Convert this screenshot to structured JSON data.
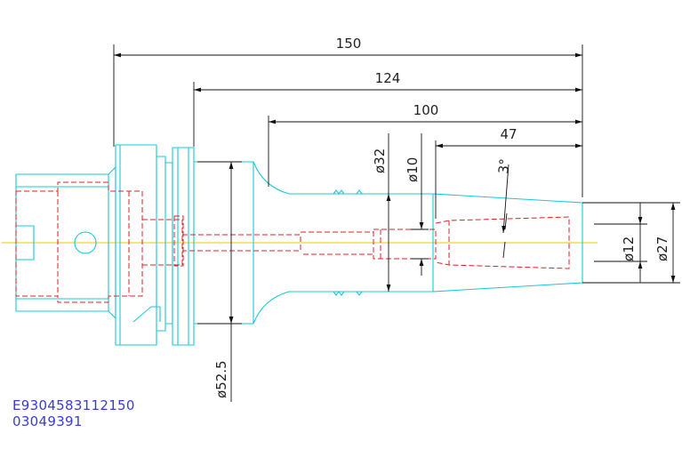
{
  "drawing": {
    "dimensions": {
      "overall_length": "150",
      "length_124": "124",
      "length_100": "100",
      "length_47": "47",
      "taper_angle": "3°",
      "dia_32": "ø32",
      "dia_10": "ø10",
      "dia_12": "ø12",
      "dia_27": "ø27",
      "dia_52_5": "ø52.5"
    },
    "part_code": "E9304583112150",
    "serial": "03049391"
  },
  "colors": {
    "outline": "#18c8d8",
    "hidden": "#e0202a",
    "centerline": "#e8dc28",
    "dimension": "#111111",
    "code_text": "#3b3bd6"
  }
}
